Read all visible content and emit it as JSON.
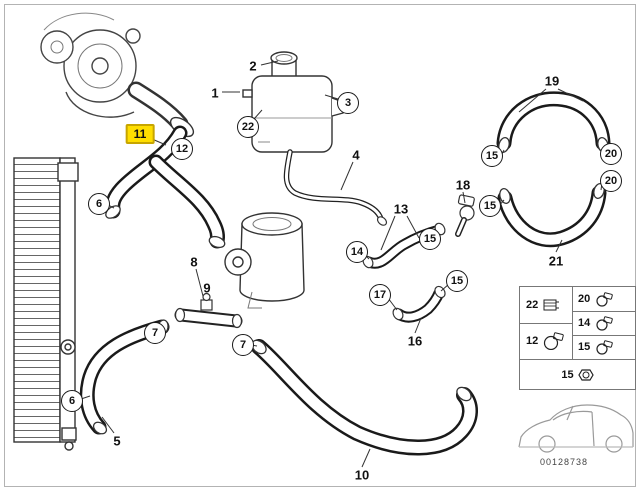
{
  "meta": {
    "image_id": "00128738"
  },
  "colors": {
    "highlight_fill": "#FFDE00",
    "highlight_border": "#C7A500",
    "line": "#333333"
  },
  "callouts": {
    "n1": "1",
    "n2": "2",
    "n3": "3",
    "n4": "4",
    "n5": "5",
    "n6a": "6",
    "n6b": "6",
    "n7a": "7",
    "n7b": "7",
    "n8": "8",
    "n9": "9",
    "n10": "10",
    "n11": "11",
    "n12": "12",
    "n13": "13",
    "n14": "14",
    "n15a": "15",
    "n15b": "15",
    "n15c": "15",
    "n15d": "15",
    "n16": "16",
    "n17": "17",
    "n18": "18",
    "n19": "19",
    "n20a": "20",
    "n20b": "20",
    "n21": "21",
    "n22": "22"
  },
  "legend": {
    "items": [
      {
        "label": "22",
        "icon": "retaining-clip-icon"
      },
      {
        "label": "20",
        "icon": "hose-clamp-icon"
      },
      {
        "label": "14",
        "icon": "hose-clamp-icon"
      },
      {
        "label": "15",
        "icon": "hose-clamp-icon"
      },
      {
        "label": "12",
        "icon": "hose-clamp-large-icon"
      },
      {
        "label": "15",
        "icon": "hex-nut-icon"
      }
    ]
  }
}
